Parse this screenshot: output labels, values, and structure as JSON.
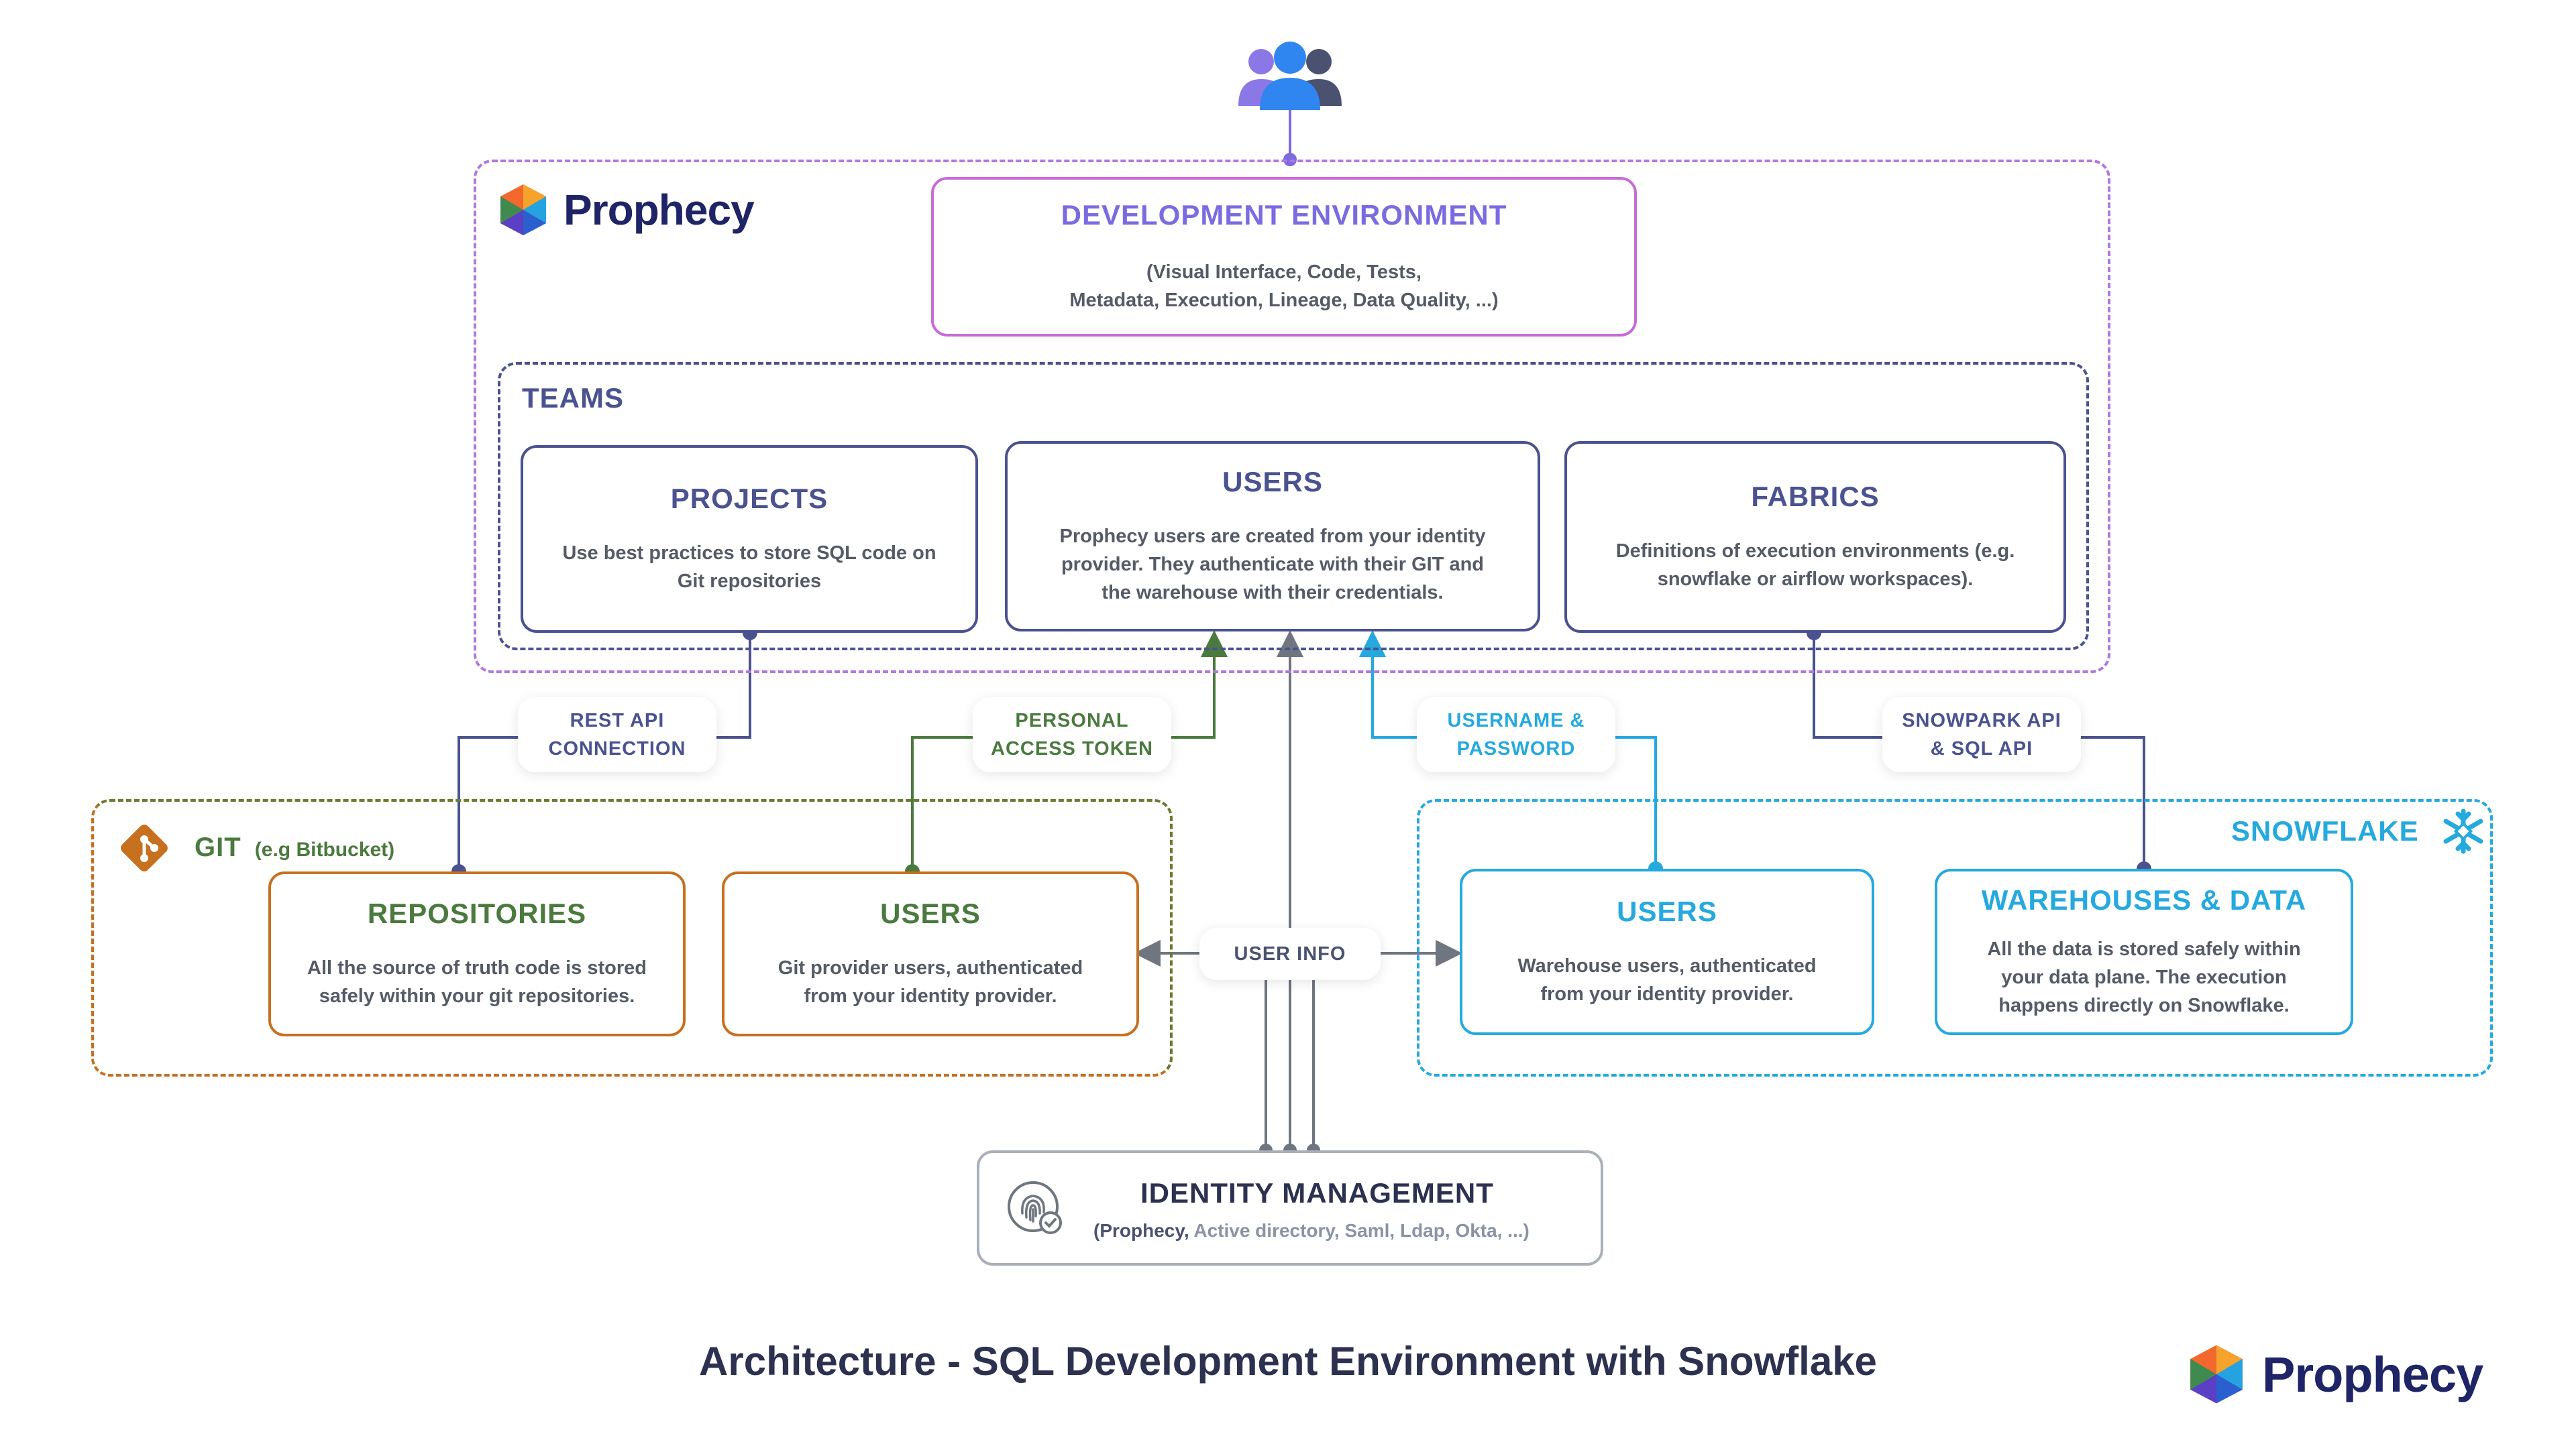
{
  "brand": {
    "name": "Prophecy"
  },
  "dev_env": {
    "title": "DEVELOPMENT ENVIRONMENT",
    "line1": "(Visual Interface, Code, Tests,",
    "line2": "Metadata, Execution, Lineage, Data Quality, ...)"
  },
  "teams": {
    "label": "TEAMS",
    "projects": {
      "title": "PROJECTS",
      "line1": "Use best practices to store SQL code on",
      "line2": "Git repositories"
    },
    "users": {
      "title": "USERS",
      "line1": "Prophecy users are created from your identity",
      "line2": "provider. They authenticate with their GIT and",
      "line3": "the warehouse with their credentials."
    },
    "fabrics": {
      "title": "FABRICS",
      "line1": "Definitions of execution environments (e.g.",
      "line2": "snowflake or airflow workspaces)."
    }
  },
  "connectors": {
    "rest_api": {
      "line1": "REST API",
      "line2": "CONNECTION"
    },
    "pat": {
      "line1": "PERSONAL",
      "line2": "ACCESS TOKEN"
    },
    "userpass": {
      "line1": "USERNAME &",
      "line2": "PASSWORD"
    },
    "snowpark": {
      "line1": "SNOWPARK API",
      "line2": "& SQL API"
    },
    "user_info": "USER INFO"
  },
  "git": {
    "label": "GIT",
    "sublabel": "(e.g Bitbucket)",
    "repositories": {
      "title": "REPOSITORIES",
      "line1": "All the source of truth code is stored",
      "line2": "safely within your git repositories."
    },
    "users": {
      "title": "USERS",
      "line1": "Git provider users, authenticated",
      "line2": "from your identity provider."
    }
  },
  "snowflake": {
    "label": "SNOWFLAKE",
    "users": {
      "title": "USERS",
      "line1": "Warehouse users, authenticated",
      "line2": "from your identity provider."
    },
    "warehouses": {
      "title": "WAREHOUSES & DATA",
      "line1": "All the data is stored safely within",
      "line2": "your data plane. The execution",
      "line3": "happens directly on Snowflake."
    }
  },
  "identity": {
    "title": "IDENTITY MANAGEMENT",
    "prefix": "(Prophecy,",
    "list": " Active directory, Saml, Ldap, Okta, ...)"
  },
  "footer": {
    "title": "Architecture - SQL Development Environment with Snowflake"
  },
  "icons": [
    "users-group-icon",
    "prophecy-logo-icon",
    "git-icon",
    "snowflake-icon",
    "fingerprint-icon"
  ],
  "colors": {
    "purple": "#7b6be0",
    "magenta": "#c86ad8",
    "navy": "#4a5290",
    "green": "#4a7a3e",
    "orange": "#c7701f",
    "cyan": "#25a9df",
    "gray": "#6f7680",
    "dark": "#2c3150"
  }
}
